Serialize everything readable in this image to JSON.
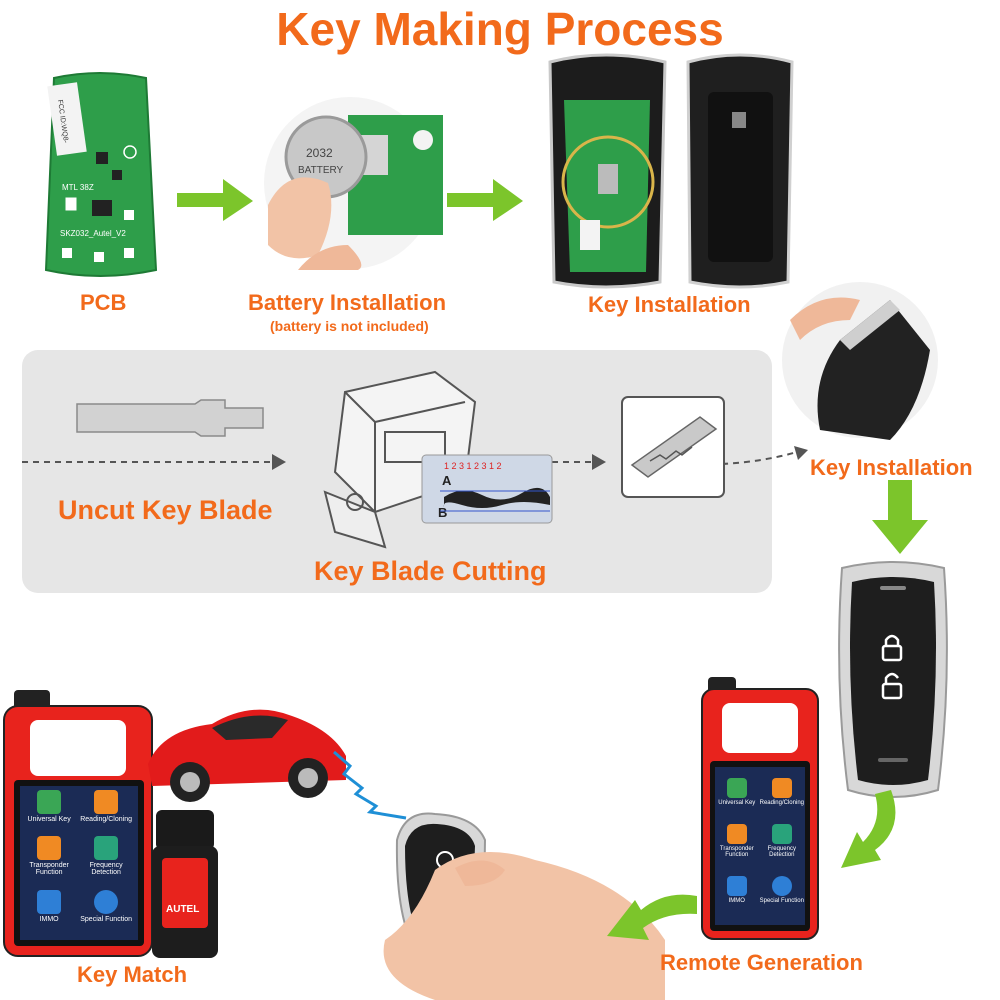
{
  "title": "Key Making Process",
  "steps": {
    "pcb": "PCB",
    "battery": "Battery Installation",
    "battery_note": "(battery is not included)",
    "key_install_top": "Key Installation",
    "uncut_blade": "Uncut Key Blade",
    "blade_cutting": "Key Blade Cutting",
    "key_install_right": "Key Installation",
    "key_match": "Key Match",
    "remote_generation": "Remote Generation"
  },
  "pcb_print": {
    "fcc": "FCC ID:WQ8-",
    "model": "MTL 38Z",
    "board": "SKZ032_Autel_V2"
  },
  "coin_cell": {
    "line1": "2032",
    "line2": "BATTERY"
  },
  "cutting_chart": {
    "track_a": "A",
    "track_b": "B",
    "digits": "1 2 3 1 2 3 1 2"
  },
  "device": {
    "brand": "AUTEL",
    "apps": [
      "Universal Key",
      "Reading/Cloning",
      "Transponder Function",
      "Frequency Detection",
      "IMMO",
      "Special Function"
    ]
  },
  "colors": {
    "accent": "#f26a1b",
    "arrow_green": "#7cc52b",
    "device_red": "#e8231d",
    "panel_grey": "#e6e6e6"
  }
}
